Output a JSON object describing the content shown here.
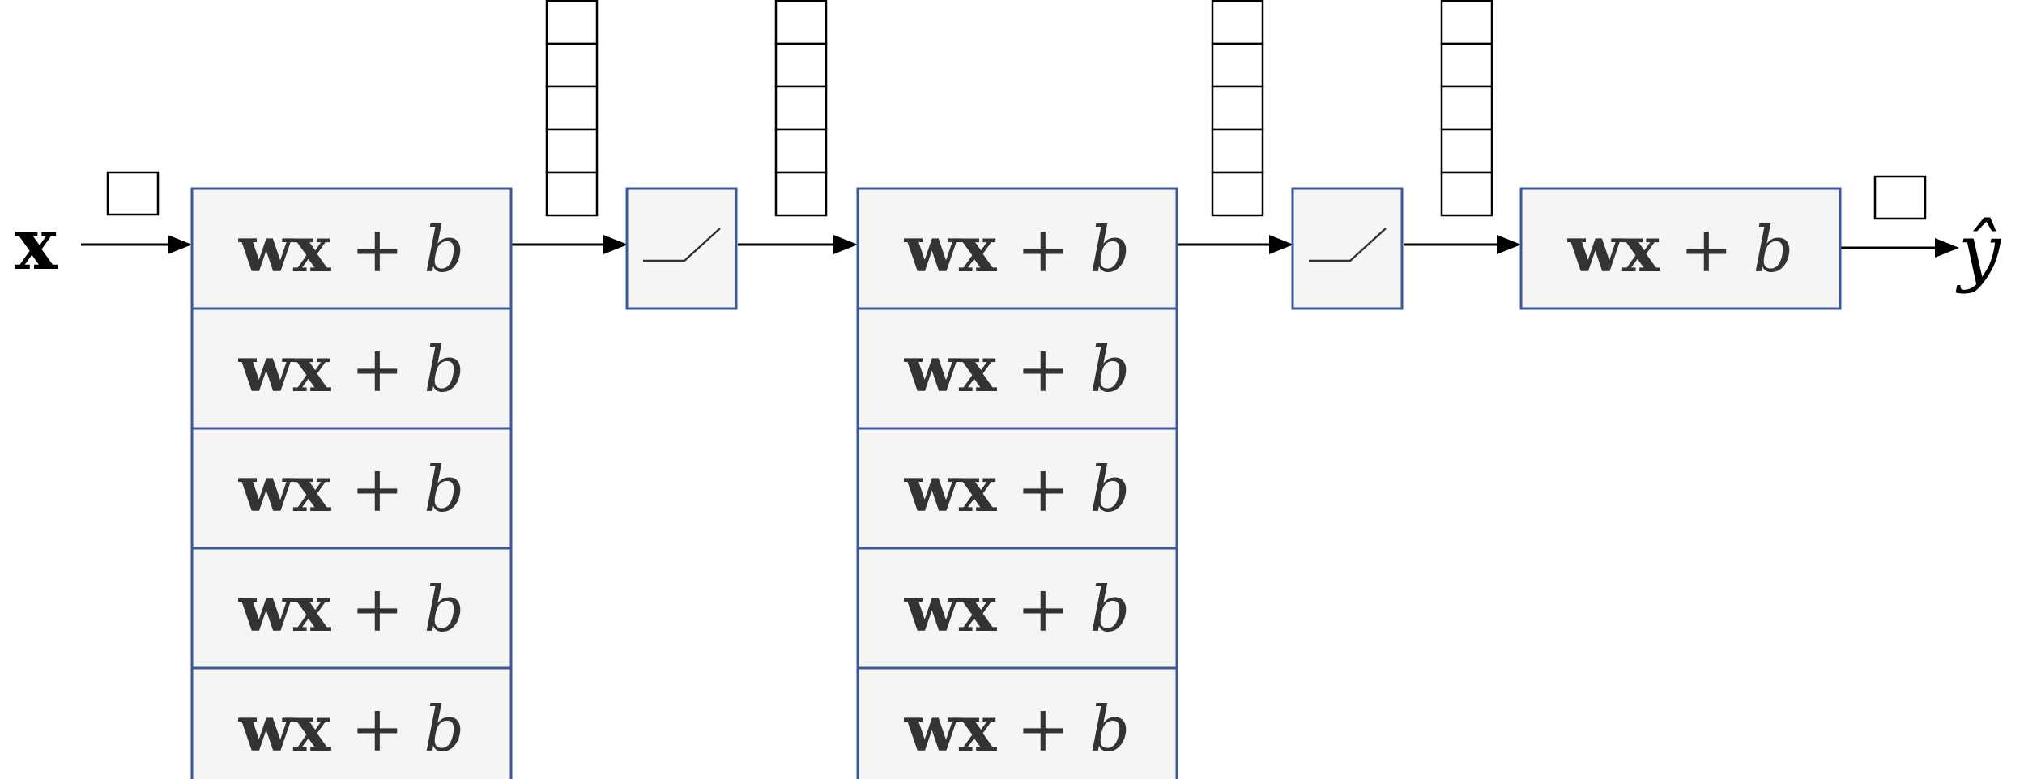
{
  "input_symbol": "x",
  "output_symbol": "ŷ",
  "equation": {
    "bold_part": "wx",
    "operator": "+",
    "italic_part": "b"
  },
  "layers": [
    {
      "kind": "linear",
      "units": 5
    },
    {
      "kind": "relu"
    },
    {
      "kind": "linear",
      "units": 5
    },
    {
      "kind": "relu"
    },
    {
      "kind": "linear",
      "units": 1
    }
  ],
  "vector_sizes": [
    1,
    5,
    5,
    5,
    5,
    1
  ],
  "colors": {
    "box_border": "#3c57a0",
    "box_fill": "#f5f5f5",
    "text": "#333333",
    "line": "#000000"
  }
}
